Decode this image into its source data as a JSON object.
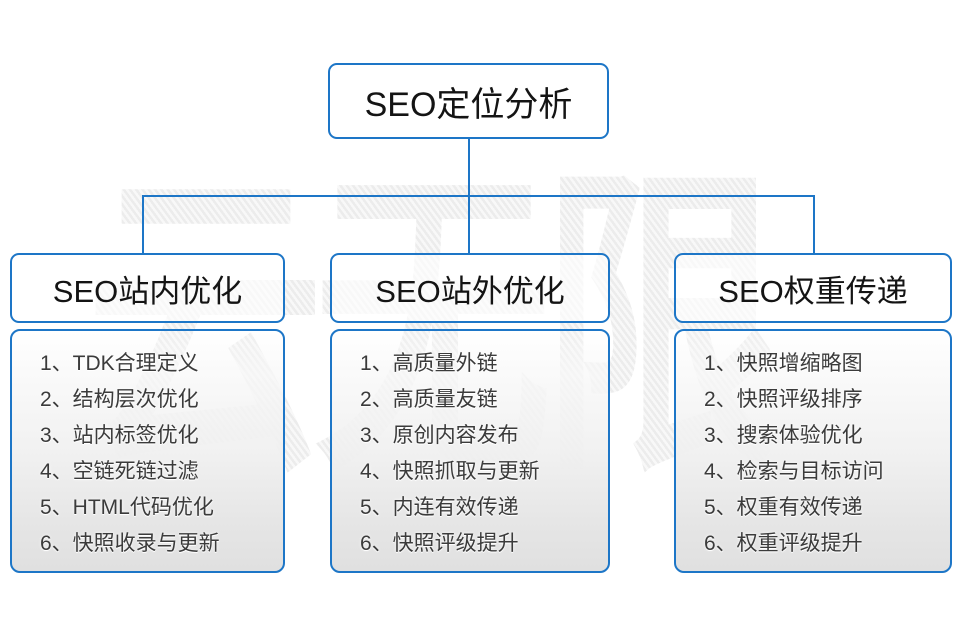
{
  "title": "SEO定位分析",
  "watermark": "云无限",
  "colors": {
    "border_blue": "#1d76c7",
    "panel_gradient_bottom": "#e0e0e0",
    "list_text": "#3b3b3b",
    "header_text": "#141414",
    "watermark_gray": "#ededed"
  },
  "columns": [
    {
      "header": "SEO站内优化",
      "items": [
        "1、TDK合理定义",
        "2、结构层次优化",
        "3、站内标签优化",
        "4、空链死链过滤",
        "5、HTML代码优化",
        "6、快照收录与更新"
      ]
    },
    {
      "header": "SEO站外优化",
      "items": [
        "1、高质量外链",
        "2、高质量友链",
        "3、原创内容发布",
        "4、快照抓取与更新",
        "5、内连有效传递",
        "6、快照评级提升"
      ]
    },
    {
      "header": "SEO权重传递",
      "items": [
        "1、快照增缩略图",
        "2、快照评级排序",
        "3、搜索体验优化",
        "4、检索与目标访问",
        "5、权重有效传递",
        "6、权重评级提升"
      ]
    }
  ]
}
